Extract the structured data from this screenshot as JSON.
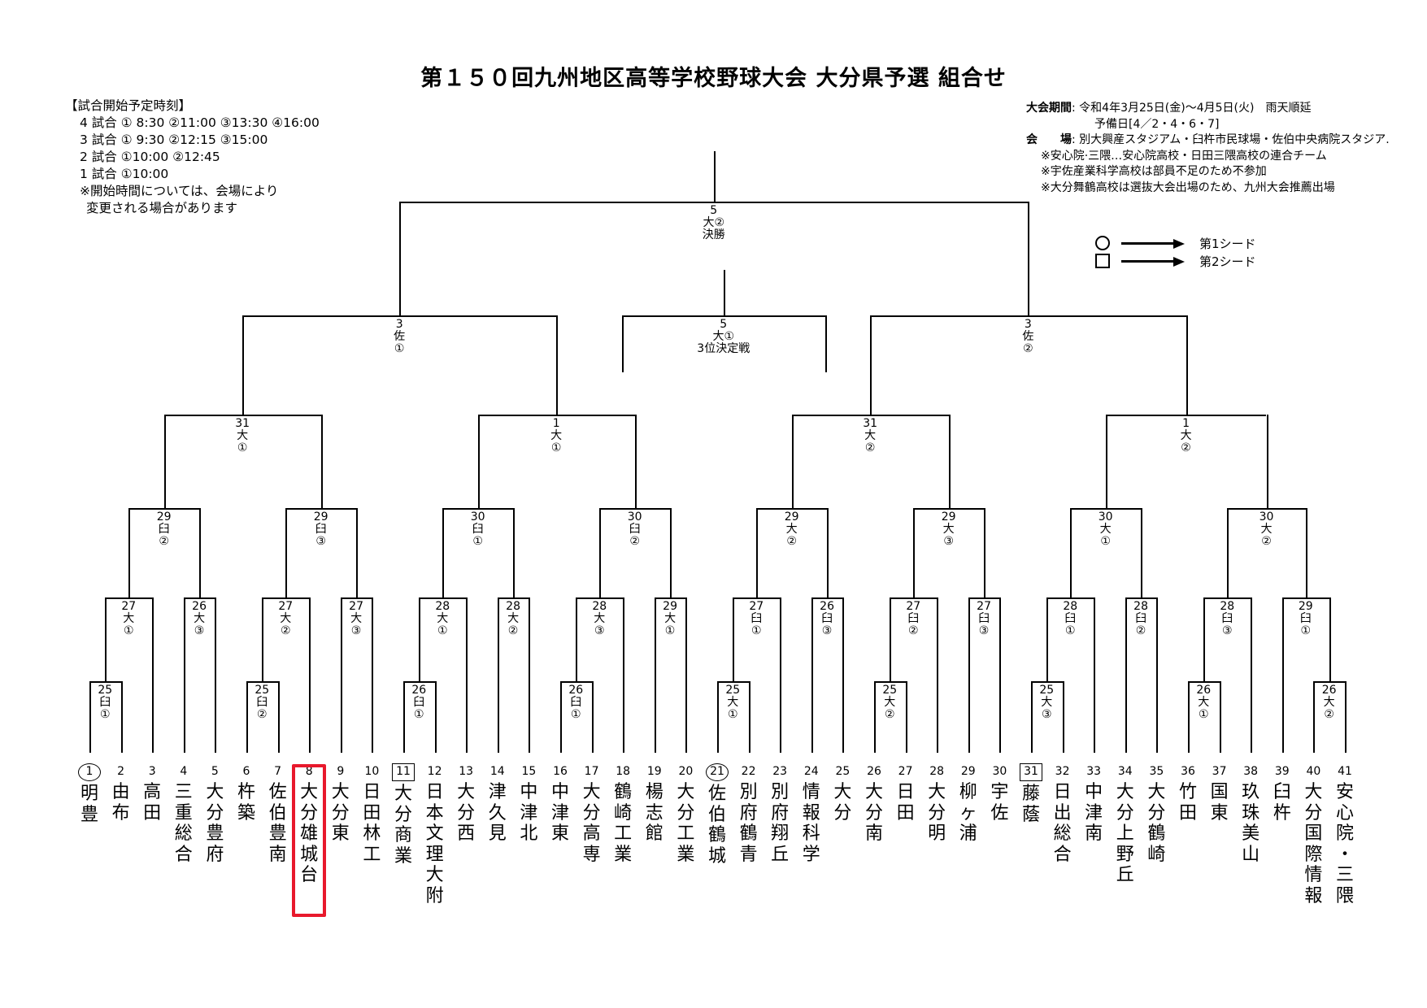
{
  "title": "第１５０回九州地区高等学校野球大会 大分県予選 組合せ",
  "info_left": {
    "heading": "【試合開始予定時刻】",
    "lines": [
      "4 試合 ①  8:30 ②11:00 ③13:30 ④16:00",
      "3 試合 ①  9:30 ②12:15 ③15:00",
      "2 試合 ①10:00 ②12:45",
      "1 試合 ①10:00",
      "※開始時間については、会場により",
      "変更される場合があります"
    ]
  },
  "info_right": {
    "period_label": "大会期間",
    "period_value": "令和4年3月25日(金)～4月5日(火)　雨天順延",
    "reserve_days": "予備日[4／2・4・6・7]",
    "venue_label": "会　　場",
    "venue_value": "別大興産スタジアム・臼杵市民球場・佐伯中央病院スタジア.",
    "notes": [
      "※安心院·三隈…安心院高校・日田三隈高校の連合チーム",
      "※宇佐産業科学高校は部員不足のため不参加",
      "※大分舞鶴高校は選抜大会出場のため、九州大会推薦出場"
    ]
  },
  "legend": {
    "items": [
      {
        "marker": "circle-marker-icon",
        "label": "第1シード"
      },
      {
        "marker": "square-marker-icon",
        "label": "第2シード"
      }
    ]
  },
  "bracket": {
    "final": {
      "date": "5",
      "venue": "大②",
      "round": "決勝"
    },
    "third_place": {
      "date": "5",
      "venue": "大①",
      "round": "3位決定戦"
    },
    "semifinals": [
      {
        "date": "3",
        "venue": "佐",
        "game": "①"
      },
      {
        "date": "3",
        "venue": "佐",
        "game": "②"
      }
    ],
    "quarterfinals": [
      {
        "date": "31",
        "venue": "大",
        "game": "①"
      },
      {
        "date": "1",
        "venue": "大",
        "game": "①"
      },
      {
        "date": "31",
        "venue": "大",
        "game": "②"
      },
      {
        "date": "1",
        "venue": "大",
        "game": "②"
      }
    ],
    "round16": [
      {
        "date": "29",
        "venue": "臼",
        "game": "②"
      },
      {
        "date": "29",
        "venue": "臼",
        "game": "③"
      },
      {
        "date": "30",
        "venue": "臼",
        "game": "①"
      },
      {
        "date": "30",
        "venue": "臼",
        "game": "②"
      },
      {
        "date": "29",
        "venue": "大",
        "game": "②"
      },
      {
        "date": "29",
        "venue": "大",
        "game": "③"
      },
      {
        "date": "30",
        "venue": "大",
        "game": "①"
      },
      {
        "date": "30",
        "venue": "大",
        "game": "②"
      }
    ],
    "round32": [
      {
        "date": "27",
        "venue": "大",
        "game": "①"
      },
      {
        "date": "26",
        "venue": "大",
        "game": "③"
      },
      {
        "date": "27",
        "venue": "大",
        "game": "②"
      },
      {
        "date": "27",
        "venue": "大",
        "game": "③"
      },
      {
        "date": "28",
        "venue": "大",
        "game": "①"
      },
      {
        "date": "28",
        "venue": "大",
        "game": "②"
      },
      {
        "date": "28",
        "venue": "大",
        "game": "③"
      },
      {
        "date": "29",
        "venue": "大",
        "game": "①"
      },
      {
        "date": "27",
        "venue": "臼",
        "game": "①"
      },
      {
        "date": "26",
        "venue": "臼",
        "game": "③"
      },
      {
        "date": "27",
        "venue": "臼",
        "game": "②"
      },
      {
        "date": "27",
        "venue": "臼",
        "game": "③"
      },
      {
        "date": "28",
        "venue": "臼",
        "game": "①"
      },
      {
        "date": "28",
        "venue": "臼",
        "game": "②"
      },
      {
        "date": "28",
        "venue": "臼",
        "game": "③"
      },
      {
        "date": "29",
        "venue": "臼",
        "game": "①"
      }
    ],
    "round64": [
      {
        "date": "25",
        "venue": "臼",
        "game": "①"
      },
      {
        "date": "25",
        "venue": "臼",
        "game": "②"
      },
      {
        "date": "26",
        "venue": "臼",
        "game": "①"
      },
      {
        "date": "26",
        "venue": "臼",
        "game": "①"
      },
      {
        "date": "25",
        "venue": "大",
        "game": "①"
      },
      {
        "date": "25",
        "venue": "大",
        "game": "②"
      },
      {
        "date": "25",
        "venue": "大",
        "game": "③"
      },
      {
        "date": "26",
        "venue": "大",
        "game": "①"
      },
      {
        "date": "26",
        "venue": "大",
        "game": "②"
      }
    ],
    "teams": [
      {
        "no": "1",
        "name": "明豊",
        "seed": "circle"
      },
      {
        "no": "2",
        "name": "由布",
        "seed": ""
      },
      {
        "no": "3",
        "name": "高田",
        "seed": ""
      },
      {
        "no": "4",
        "name": "三重総合",
        "seed": ""
      },
      {
        "no": "5",
        "name": "大分豊府",
        "seed": ""
      },
      {
        "no": "6",
        "name": "杵築",
        "seed": ""
      },
      {
        "no": "7",
        "name": "佐伯豊南",
        "seed": ""
      },
      {
        "no": "8",
        "name": "大分雄城台",
        "seed": "",
        "highlight": true
      },
      {
        "no": "9",
        "name": "大分東",
        "seed": ""
      },
      {
        "no": "10",
        "name": "日田林工",
        "seed": ""
      },
      {
        "no": "11",
        "name": "大分商業",
        "seed": "square"
      },
      {
        "no": "12",
        "name": "日本文理大附",
        "seed": ""
      },
      {
        "no": "13",
        "name": "大分西",
        "seed": ""
      },
      {
        "no": "14",
        "name": "津久見",
        "seed": ""
      },
      {
        "no": "15",
        "name": "中津北",
        "seed": ""
      },
      {
        "no": "16",
        "name": "中津東",
        "seed": ""
      },
      {
        "no": "17",
        "name": "大分高専",
        "seed": ""
      },
      {
        "no": "18",
        "name": "鶴崎工業",
        "seed": ""
      },
      {
        "no": "19",
        "name": "楊志館",
        "seed": ""
      },
      {
        "no": "20",
        "name": "大分工業",
        "seed": ""
      },
      {
        "no": "21",
        "name": "佐伯鶴城",
        "seed": "circle"
      },
      {
        "no": "22",
        "name": "別府鶴青",
        "seed": ""
      },
      {
        "no": "23",
        "name": "別府翔丘",
        "seed": ""
      },
      {
        "no": "24",
        "name": "情報科学",
        "seed": ""
      },
      {
        "no": "25",
        "name": "大分",
        "seed": ""
      },
      {
        "no": "26",
        "name": "大分南",
        "seed": ""
      },
      {
        "no": "27",
        "name": "日田",
        "seed": ""
      },
      {
        "no": "28",
        "name": "大分明",
        "seed": ""
      },
      {
        "no": "29",
        "name": "柳ヶ浦",
        "seed": ""
      },
      {
        "no": "30",
        "name": "宇佐",
        "seed": ""
      },
      {
        "no": "31",
        "name": "藤蔭",
        "seed": "square"
      },
      {
        "no": "32",
        "name": "日出総合",
        "seed": ""
      },
      {
        "no": "33",
        "name": "中津南",
        "seed": ""
      },
      {
        "no": "34",
        "name": "大分上野丘",
        "seed": ""
      },
      {
        "no": "35",
        "name": "大分鶴崎",
        "seed": ""
      },
      {
        "no": "36",
        "name": "竹田",
        "seed": ""
      },
      {
        "no": "37",
        "name": "国東",
        "seed": ""
      },
      {
        "no": "38",
        "name": "玖珠美山",
        "seed": ""
      },
      {
        "no": "39",
        "name": "臼杵",
        "seed": ""
      },
      {
        "no": "40",
        "name": "大分国際情報",
        "seed": ""
      },
      {
        "no": "41",
        "name": "安心院・三隈",
        "seed": ""
      }
    ]
  }
}
